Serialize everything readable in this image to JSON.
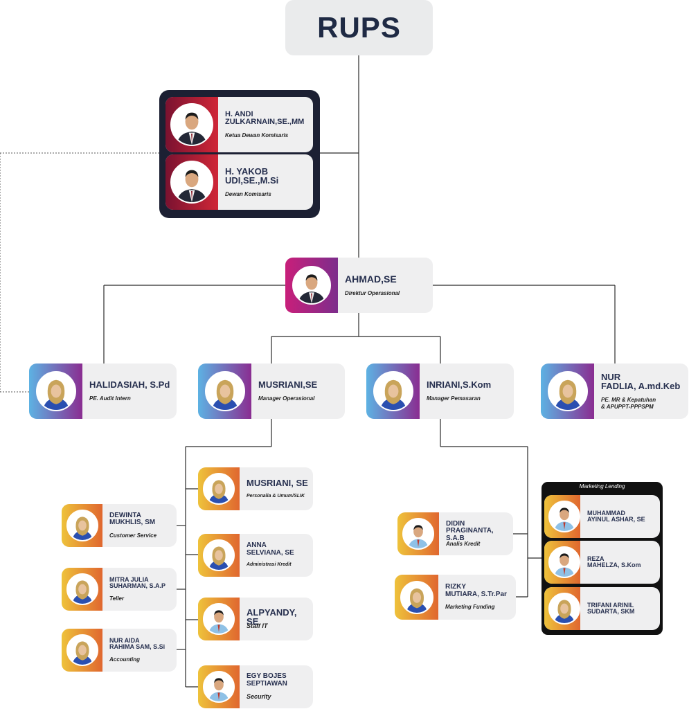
{
  "rups": {
    "label": "RUPS"
  },
  "komisaris": [
    {
      "name": [
        "H. ANDI",
        "ZULKARNAIN,SE.,MM"
      ],
      "role": [
        "Ketua Dewan Komisaris"
      ]
    },
    {
      "name": [
        "H. YAKOB",
        "UDI,SE.,M.Si"
      ],
      "role": [
        "Dewan Komisaris"
      ]
    }
  ],
  "direktur": {
    "name": [
      "AHMAD,SE"
    ],
    "role": [
      "Direktur Operasional"
    ]
  },
  "managers": [
    {
      "name": [
        "HALIDASIAH, S.Pd"
      ],
      "role": [
        "PE. Audit Intern"
      ]
    },
    {
      "name": [
        "MUSRIANI,SE"
      ],
      "role": [
        "Manager Operasional"
      ]
    },
    {
      "name": [
        "INRIANI,S.Kom"
      ],
      "role": [
        "Manager Pemasaran"
      ]
    },
    {
      "name": [
        "NUR",
        "FADLIA, A.md.Keb"
      ],
      "role": [
        "PE. MR & Kepatuhan",
        "& APUPPT-PPPSPM"
      ]
    }
  ],
  "operasional_left": [
    {
      "name": [
        "DEWINTA",
        "MUKHLIS, SM"
      ],
      "role": [
        "Customer Service"
      ]
    },
    {
      "name": [
        "MITRA JULIA",
        "SUHARMAN, S.A.P"
      ],
      "role": [
        "Teller"
      ]
    },
    {
      "name": [
        "NUR AIDA",
        "RAHIMA SAM, S.Si"
      ],
      "role": [
        "Accounting"
      ]
    }
  ],
  "operasional_right": [
    {
      "name": [
        "MUSRIANI, SE"
      ],
      "role": [
        "Personalia & Umum/SLIK"
      ]
    },
    {
      "name": [
        "ANNA",
        "SELVIANA, SE"
      ],
      "role": [
        "Administrasi Kredit"
      ]
    },
    {
      "name": [
        "ALPYANDY, SE"
      ],
      "role": [
        "Staff IT"
      ]
    },
    {
      "name": [
        "EGY BOJES",
        "SEPTIAWAN"
      ],
      "role": [
        "Security"
      ]
    }
  ],
  "pemasaran": [
    {
      "name": [
        "DIDIN",
        "PRAGINANTA, S.A.B"
      ],
      "role": [
        "Analis Kredit"
      ]
    },
    {
      "name": [
        "RIZKY",
        "MUTIARA, S.Tr.Par"
      ],
      "role": [
        "Marketing Funding"
      ]
    }
  ],
  "marketing_lending": {
    "title": "Marketing Lending",
    "members": [
      {
        "name": [
          "MUHAMMAD",
          "AYINUL ASHAR, SE"
        ],
        "role": []
      },
      {
        "name": [
          "REZA",
          "MAHELZA, S.Kom"
        ],
        "role": []
      },
      {
        "name": [
          "TRIFANI ARINIL",
          "SUDARTA, SKM"
        ],
        "role": []
      }
    ]
  },
  "colors": {
    "navy_text": "#27304f",
    "card_bg": "#efeff0",
    "frame_dark": "#1c2033",
    "line": "#2a2a2a"
  }
}
